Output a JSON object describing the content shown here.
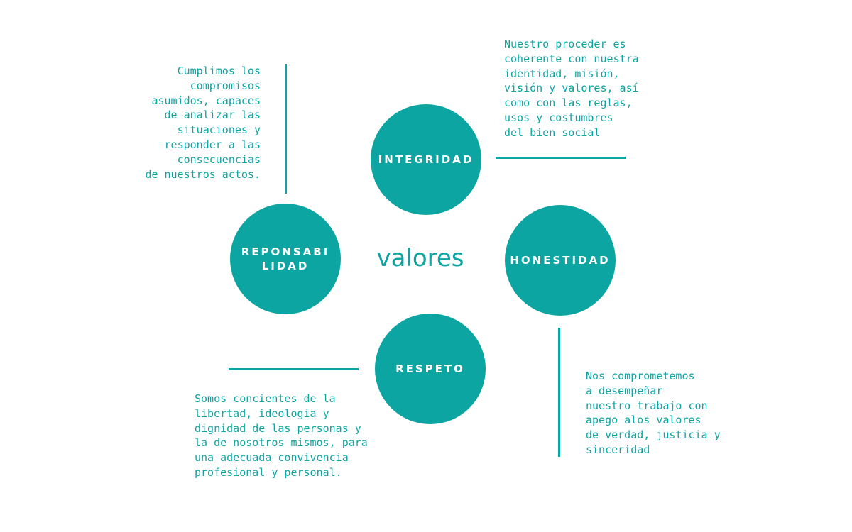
{
  "diagram": {
    "center_title": "valores",
    "accent_color": "#0ca5a1",
    "nodes": {
      "integridad": {
        "label": "INTEGRIDAD",
        "description": "Nuestro proceder es\ncoherente con nuestra\nidentidad, misión,\nvisión y valores, así\ncomo con las reglas,\nusos y costumbres\ndel bien social"
      },
      "honestidad": {
        "label": "HONESTIDAD",
        "description": "Nos comprometemos\na desempeñar\nnuestro trabajo con\napego alos valores\nde verdad, justicia y\nsinceridad"
      },
      "respeto": {
        "label": "RESPETO",
        "description": "Somos concientes de la\nlibertad, ideologia y\ndignidad de las personas y\nla de nosotros mismos, para\nuna adecuada convivencia\nprofesional y personal."
      },
      "responsabilidad": {
        "label": "REPONSABI\nLIDAD",
        "description": "Cumplimos los\ncompromisos\nasumidos, capaces\nde analizar las\nsituaciones y\nresponder a las\nconsecuencias\nde nuestros actos."
      }
    }
  }
}
